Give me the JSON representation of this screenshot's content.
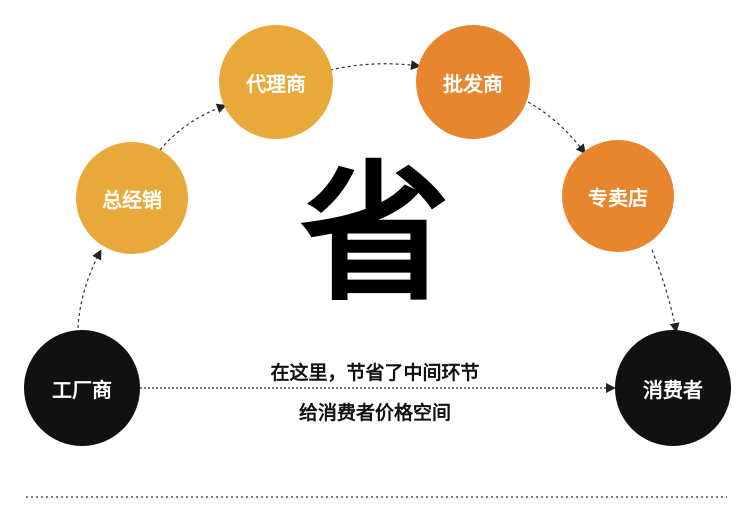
{
  "nodes": {
    "factory": "工厂商",
    "general_distributor": "总经销",
    "agent": "代理商",
    "wholesaler": "批发商",
    "specialty_store": "专卖店",
    "consumer": "消费者"
  },
  "center_char": "省",
  "caption_line1": "在这里，节省了中间环节",
  "caption_line2": "给消费者价格空间",
  "colors": {
    "black_node": "#111111",
    "yellow_node": "#E9A83A",
    "orange_node": "#E7862E",
    "arrow": "#333333",
    "divider": "#555555"
  }
}
